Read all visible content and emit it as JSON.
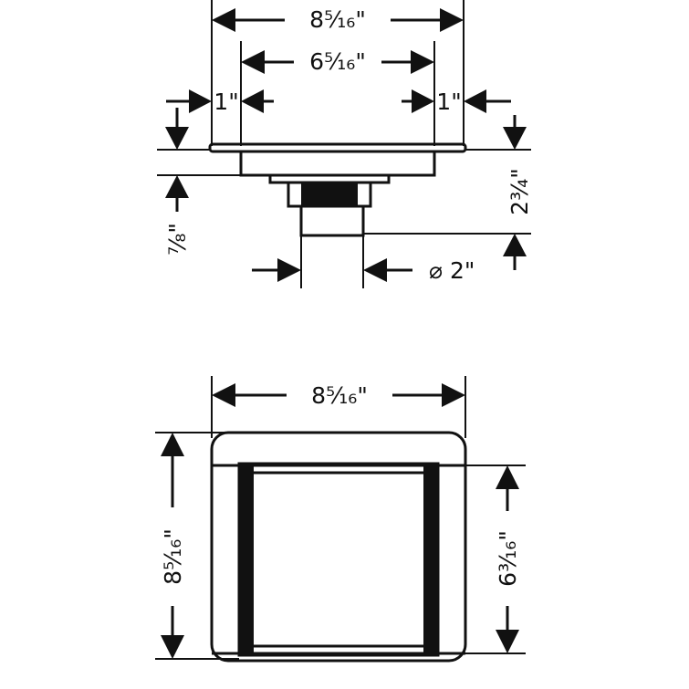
{
  "colors": {
    "ink": "#111111",
    "background": "#ffffff"
  },
  "side_view": {
    "overall_width": "8⁵⁄₁₆\"",
    "inner_width": "6⁵⁄₁₆\"",
    "left_flange": "1\"",
    "right_flange": "1\"",
    "total_height": "2³⁄₄\"",
    "outlet_height": "⁷⁄₈\"",
    "outlet_diameter": "⌀ 2\""
  },
  "top_view": {
    "overall_width": "8⁵⁄₁₆\"",
    "overall_height": "8⁵⁄₁₆\"",
    "inner_height": "6³⁄₁₆\""
  }
}
